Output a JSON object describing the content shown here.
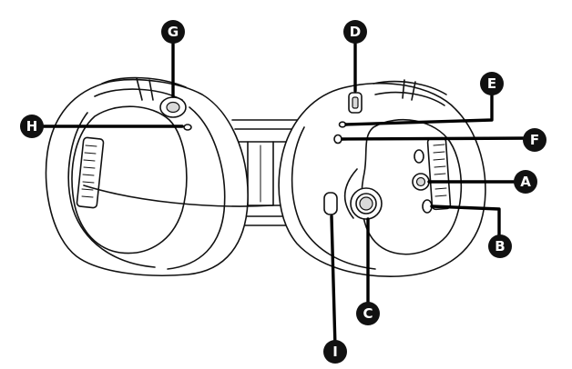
{
  "callouts": {
    "A": "A",
    "B": "B",
    "C": "C",
    "D": "D",
    "E": "E",
    "F": "F",
    "G": "G",
    "H": "H",
    "I": "I"
  },
  "colors": {
    "line": "#111111",
    "badge": "#111111",
    "badge_text": "#ffffff",
    "background": "#ffffff"
  }
}
